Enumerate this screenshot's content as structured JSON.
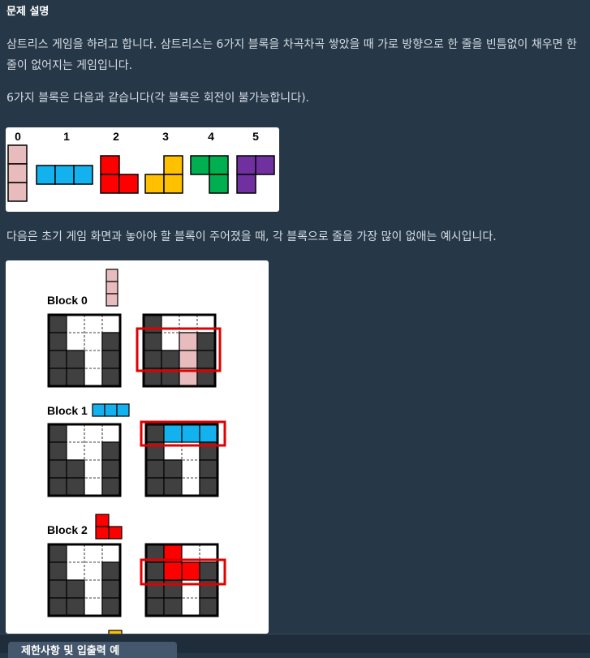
{
  "section_title": "문제 설명",
  "paragraphs": [
    "삼트리스 게임을 하려고 합니다. 삼트리스는 6가지 블록을 차곡차곡 쌓았을 때 가로 방향으로 한 줄을 빈틈없이 채우면 한 줄이 없어지는 게임입니다.",
    "6가지 블록은 다음과 같습니다(각 블록은 회전이 불가능합니다).",
    "다음은 초기 게임 화면과 놓아야 할 블록이 주어졌을 때, 각 블록으로 줄을 가장 많이 없애는 예시입니다."
  ],
  "blocks_figure": {
    "labels": [
      "0",
      "1",
      "2",
      "3",
      "4",
      "5"
    ],
    "colors": [
      "#e8bcbc",
      "#13b2ee",
      "#ff0000",
      "#ffc000",
      "#00b050",
      "#7030a0"
    ]
  },
  "example_figure": {
    "block_labels": [
      "Block 0",
      "Block 1",
      "Block 2"
    ],
    "highlight_color": "#e00000",
    "cell_dark": "#404040"
  },
  "bottom_button_label": "제한사항 및 입출력 예"
}
